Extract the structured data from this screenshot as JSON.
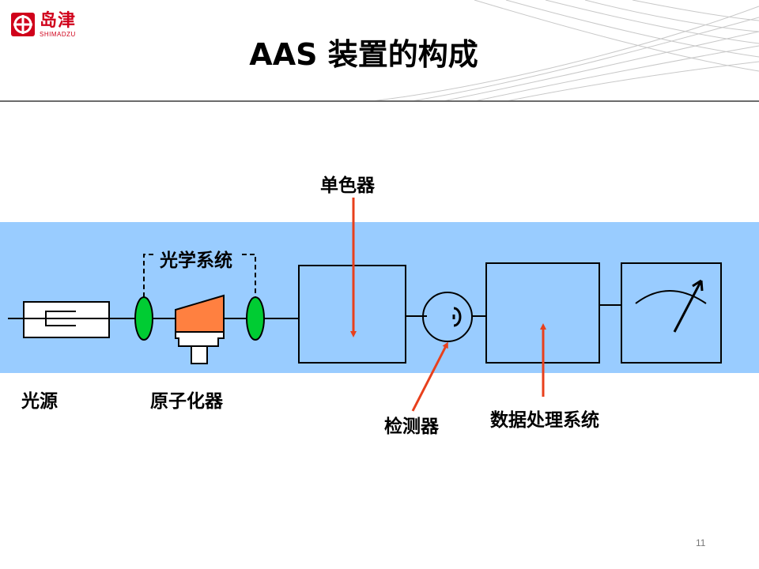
{
  "header": {
    "logo_cn": "岛津",
    "logo_en": "SHIMADZU",
    "title": "AAS 装置的构成"
  },
  "diagram": {
    "labels": {
      "monochromator": "单色器",
      "optical_system": "光学系统",
      "light_source": "光源",
      "atomizer": "原子化器",
      "detector": "检测器",
      "data_processing": "数据处理系统"
    }
  },
  "colors": {
    "band": "#99ccff",
    "lens": "#00cc33",
    "atomizer": "#ff8040",
    "arrow": "#e8401c",
    "logo": "#d0021b"
  },
  "footer": {
    "page_number": "11"
  }
}
